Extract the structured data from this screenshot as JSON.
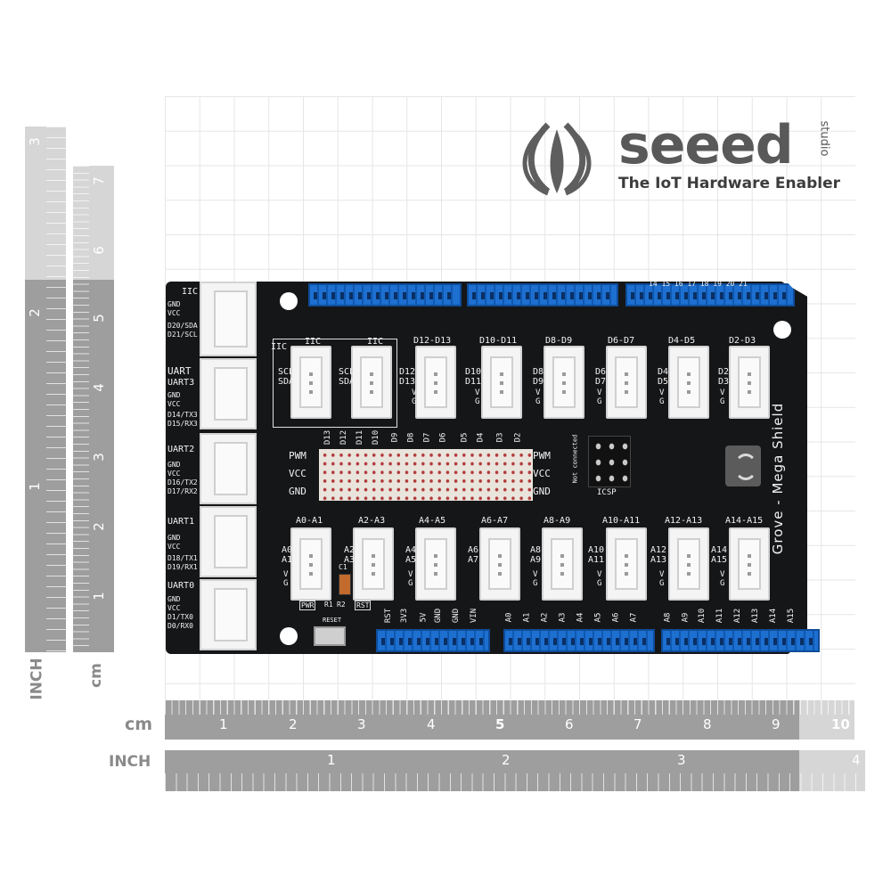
{
  "logo": {
    "brand": "seeed",
    "studio": "studio",
    "tagline": "The IoT Hardware Enabler",
    "colors": {
      "mark": "#5e5e5e",
      "text": "#595959"
    }
  },
  "rulers": {
    "left_unit_inch": "INCH",
    "left_unit_cm": "cm",
    "bottom_unit_cm": "cm",
    "bottom_unit_inch": "INCH",
    "left_inch_numbers": [
      "3",
      "2",
      "1"
    ],
    "left_cm_numbers": [
      "7",
      "6",
      "5",
      "4",
      "3",
      "2",
      "1"
    ],
    "bottom_cm_numbers": [
      "1",
      "2",
      "3",
      "4",
      "5",
      "6",
      "7",
      "8",
      "9",
      "10"
    ],
    "bottom_inch_numbers": [
      "1",
      "2",
      "3",
      "4"
    ],
    "colors": {
      "ruler": "#9e9e9e",
      "ruler_light": "#d6d6d6"
    }
  },
  "board": {
    "name": "Grove - Mega Shield",
    "colors": {
      "pcb": "#151618",
      "header": "#1d6fd0",
      "silk": "#f2f2f2"
    },
    "left_labels": [
      "IIC",
      "GND",
      "VCC",
      "D20/SDA",
      "D21/SCL",
      "UART",
      "UART3",
      "GND",
      "VCC",
      "D14/TX3",
      "D15/RX3",
      "UART2",
      "GND",
      "VCC",
      "D16/TX2",
      "D17/RX2",
      "UART1",
      "GND",
      "VCC",
      "D18/TX1",
      "D19/RX1",
      "UART0",
      "GND",
      "VCC",
      "D1/TX0",
      "D0/RX0"
    ],
    "top_grove_titles": [
      "IIC",
      "IIC",
      "D12-D13",
      "D10-D11",
      "D8-D9",
      "D6-D7",
      "D4-D5",
      "D2-D3"
    ],
    "top_grove_pins": [
      [
        "SCL",
        "SDA"
      ],
      [
        "SCL",
        "SDA"
      ],
      [
        "D12",
        "D13"
      ],
      [
        "D10",
        "D11"
      ],
      [
        "D8",
        "D9"
      ],
      [
        "D6",
        "D7"
      ],
      [
        "D4",
        "D5"
      ],
      [
        "D2",
        "D3"
      ]
    ],
    "bottom_grove_titles": [
      "A0-A1",
      "A2-A3",
      "A4-A5",
      "A6-A7",
      "A8-A9",
      "A10-A11",
      "A12-A13",
      "A14-A15"
    ],
    "bottom_grove_pins": [
      [
        "A0",
        "A1"
      ],
      [
        "A2",
        "A3"
      ],
      [
        "A4",
        "A5"
      ],
      [
        "A6",
        "A7"
      ],
      [
        "A8",
        "A9"
      ],
      [
        "A10",
        "A11"
      ],
      [
        "A12",
        "A13"
      ],
      [
        "A14",
        "A15"
      ]
    ],
    "vg": [
      "V",
      "G"
    ],
    "digital_pins": [
      "D13",
      "D12",
      "D11",
      "D10",
      "D9",
      "D8",
      "D7",
      "D6",
      "D5",
      "D4",
      "D3",
      "D2"
    ],
    "proto_left": [
      "PWM",
      "VCC",
      "GND"
    ],
    "proto_right": [
      "PWM",
      "VCC",
      "GND"
    ],
    "icsp_note": "Not connected",
    "icsp": "ICSP",
    "misc": [
      "C1",
      "PWR",
      "R1",
      "R2",
      "RST",
      "RESET"
    ],
    "bottom_power": [
      "RST",
      "3V3",
      "5V",
      "GND",
      "GND",
      "VIN"
    ],
    "bottom_analog_a": [
      "A0",
      "A1",
      "A2",
      "A3",
      "A4",
      "A5",
      "A6",
      "A7"
    ],
    "bottom_analog_b": [
      "A8",
      "A9",
      "A10",
      "A11",
      "A12",
      "A13",
      "A14",
      "A15"
    ],
    "top_header_numbers": "14 15 16 17 18 19 20 21"
  }
}
